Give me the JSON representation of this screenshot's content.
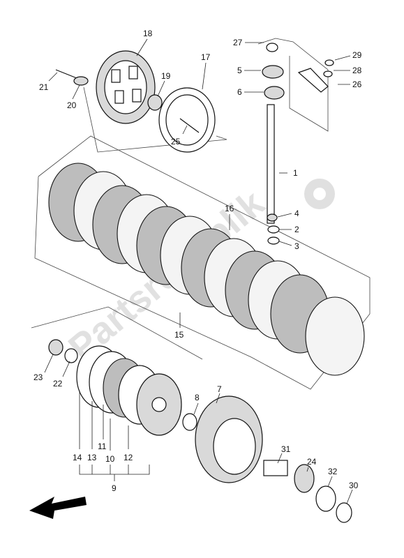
{
  "watermark": {
    "text": "Partsrepublik"
  },
  "callouts": [
    {
      "id": "p1",
      "label": "1"
    },
    {
      "id": "p2",
      "label": "2"
    },
    {
      "id": "p3",
      "label": "3"
    },
    {
      "id": "p4",
      "label": "4"
    },
    {
      "id": "p5",
      "label": "5"
    },
    {
      "id": "p6",
      "label": "6"
    },
    {
      "id": "p7",
      "label": "7"
    },
    {
      "id": "p8",
      "label": "8"
    },
    {
      "id": "p9",
      "label": "9"
    },
    {
      "id": "p10",
      "label": "10"
    },
    {
      "id": "p11",
      "label": "11"
    },
    {
      "id": "p12",
      "label": "12"
    },
    {
      "id": "p13",
      "label": "13"
    },
    {
      "id": "p14",
      "label": "14"
    },
    {
      "id": "p15",
      "label": "15"
    },
    {
      "id": "p16",
      "label": "16"
    },
    {
      "id": "p17",
      "label": "17"
    },
    {
      "id": "p18",
      "label": "18"
    },
    {
      "id": "p19",
      "label": "19"
    },
    {
      "id": "p20",
      "label": "20"
    },
    {
      "id": "p21",
      "label": "21"
    },
    {
      "id": "p22",
      "label": "22"
    },
    {
      "id": "p23",
      "label": "23"
    },
    {
      "id": "p24",
      "label": "24"
    },
    {
      "id": "p25",
      "label": "25"
    },
    {
      "id": "p26",
      "label": "26"
    },
    {
      "id": "p27",
      "label": "27"
    },
    {
      "id": "p28",
      "label": "28"
    },
    {
      "id": "p29",
      "label": "29"
    },
    {
      "id": "p30",
      "label": "30"
    },
    {
      "id": "p31",
      "label": "31"
    },
    {
      "id": "p32",
      "label": "32"
    }
  ]
}
